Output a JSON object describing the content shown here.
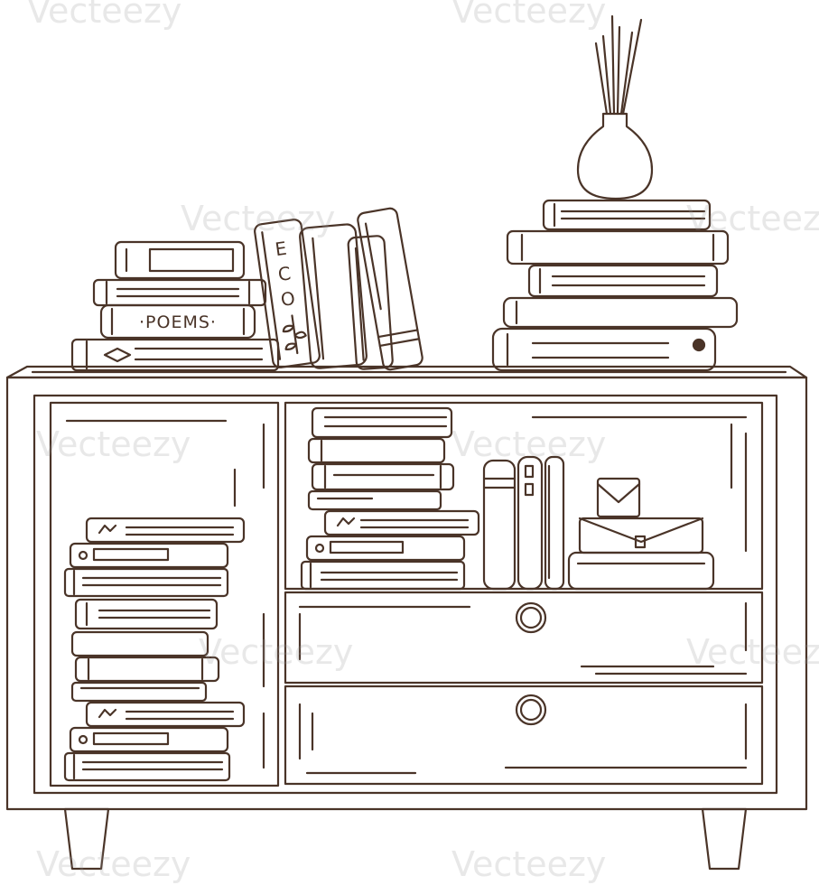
{
  "illustration": {
    "book_labels": {
      "poems": "·POEMS·",
      "eco": [
        "E",
        "C",
        "O"
      ]
    },
    "watermark": "Vecteezy",
    "colors": {
      "ink": "#4a3428",
      "paper": "#ffffff",
      "watermark": "#c8c8c8"
    },
    "icons": [
      "envelope-icon",
      "leaf-icon",
      "diamond-icon",
      "reed-diffuser-icon"
    ]
  }
}
